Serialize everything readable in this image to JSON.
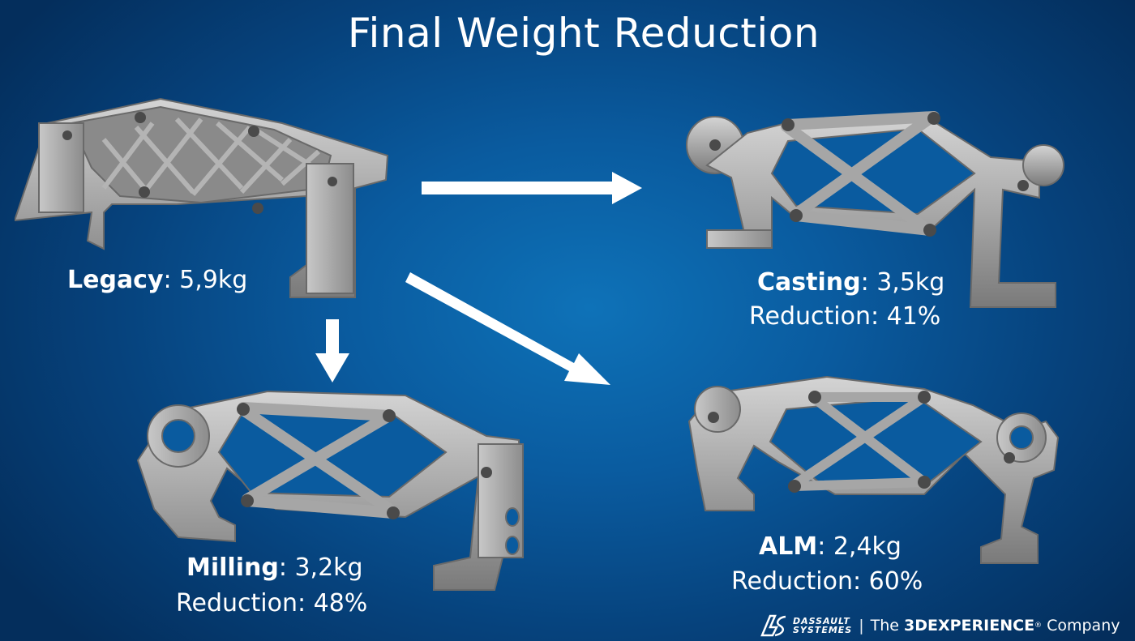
{
  "title": "Final Weight Reduction",
  "legacy": {
    "name": "Legacy",
    "value": ": 5,9kg"
  },
  "casting": {
    "name": "Casting",
    "value": ": 3,5kg",
    "reduction": "Reduction: 41%"
  },
  "milling": {
    "name": "Milling",
    "value": ": 3,2kg",
    "reduction": "Reduction: 48%"
  },
  "alm": {
    "name": "ALM",
    "value": ": 2,4kg",
    "reduction": "Reduction: 60%"
  },
  "brand": {
    "logo_line1": "DASSAULT",
    "logo_line2": "SYSTEMES",
    "separator": "|",
    "the": "The ",
    "product": "3DEXPERIENCE",
    "reg": "®",
    "company": " Company"
  },
  "colors": {
    "background": "#0a5b9f",
    "text": "#ffffff",
    "part_metal": "#9a9a9a"
  }
}
